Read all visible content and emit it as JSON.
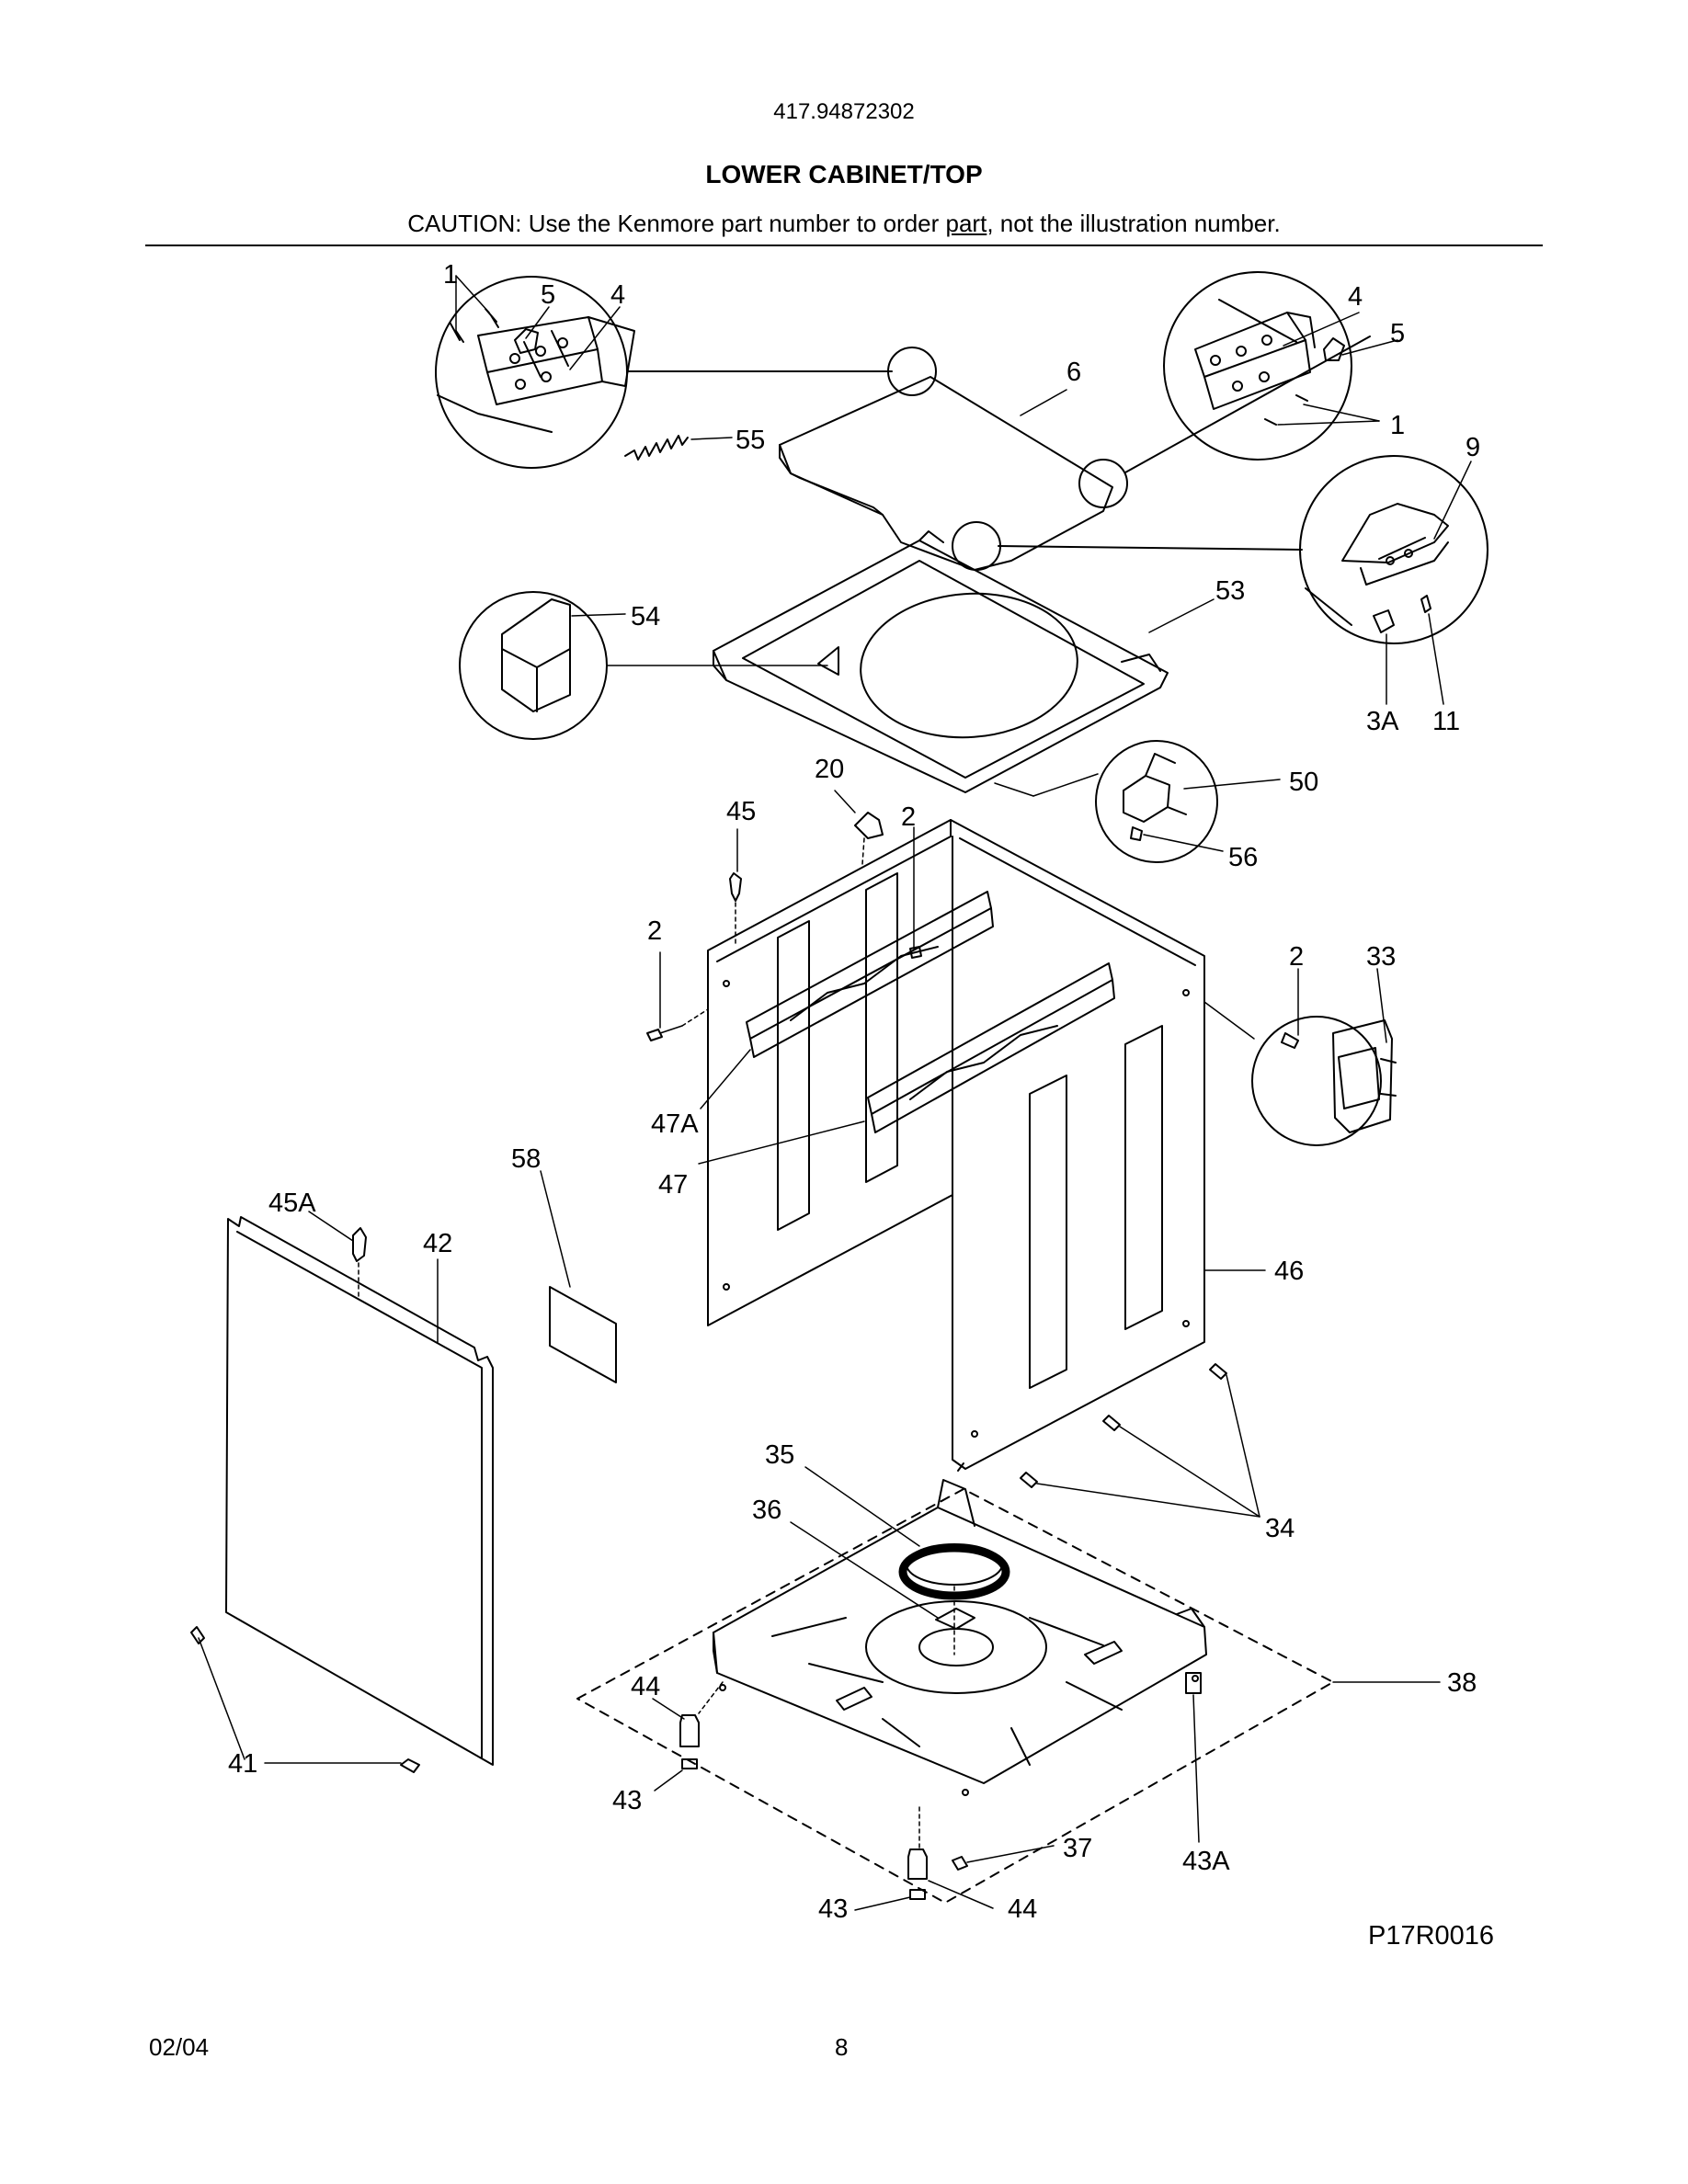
{
  "header": {
    "model_number": "417.94872302",
    "section_title": "LOWER CABINET/TOP",
    "caution_prefix": "CAUTION: Use the Kenmore part number to order ",
    "caution_underlined": "part",
    "caution_suffix": ", not the illustration number."
  },
  "callouts": {
    "c1a": "1",
    "c5a": "5",
    "c4a": "4",
    "c55": "55",
    "c6": "6",
    "c4b": "4",
    "c5b": "5",
    "c1b": "1",
    "c9": "9",
    "c53": "53",
    "c54": "54",
    "c3a": "3A",
    "c11": "11",
    "c20": "20",
    "c45": "45",
    "c2a": "2",
    "c50": "50",
    "c56": "56",
    "c2b": "2",
    "c2c": "2",
    "c33": "33",
    "c47a": "47A",
    "c47": "47",
    "c58": "58",
    "c45a": "45A",
    "c42": "42",
    "c46": "46",
    "c35": "35",
    "c36": "36",
    "c34": "34",
    "c38": "38",
    "c44a": "44",
    "c41": "41",
    "c43a": "43",
    "c37": "37",
    "c43a2": "43A",
    "c43b": "43",
    "c44b": "44"
  },
  "footer": {
    "reference_code": "P17R0016",
    "date": "02/04",
    "page_number": "8"
  }
}
